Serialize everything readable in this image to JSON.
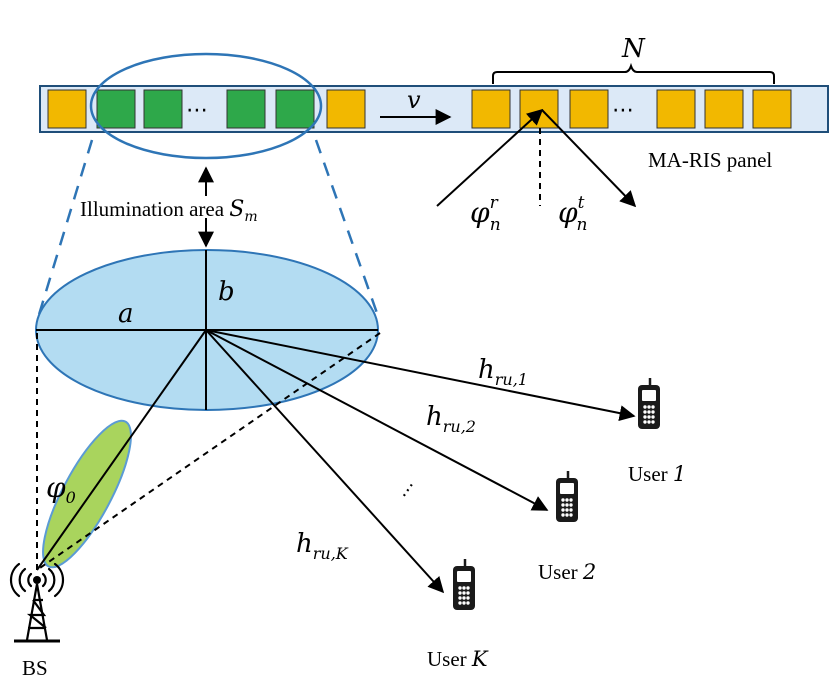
{
  "labels": {
    "N": "N",
    "v": "v",
    "panel": "MA-RIS panel",
    "phi_base": "φ",
    "phi_r_sup": "r",
    "phi_t_sup": "t",
    "sub_n": "n",
    "illumination_text": "Illumination area ",
    "S": "S",
    "S_sub": "m",
    "a": "a",
    "b": "b",
    "phi0_base": "φ",
    "phi0_sub": "0",
    "h": "h",
    "h_sub_1": "ru,1",
    "h_sub_2": "ru,2",
    "h_sub_K": "ru,K",
    "dots": "⋯",
    "user1_text": "User ",
    "user1_idx": "1",
    "user2_text": "User ",
    "user2_idx": "2",
    "userK_text": "User ",
    "userK_idx": "K",
    "bs": "BS"
  },
  "colors": {
    "panel_fill": "#dce9f7",
    "panel_stroke": "#1f4e79",
    "yellow_element": "#f2b800",
    "green_element": "#2ea84a",
    "ellipse_fill": "#b3dcf2",
    "ellipse_stroke": "#2e75b6",
    "beam_fill": "#a9d45d",
    "beam_stroke": "#5b9bd5",
    "dash_blue": "#2e75b6"
  },
  "icons": [
    "cellphone-icon",
    "base-station-icon",
    "antenna-waves-icon"
  ]
}
